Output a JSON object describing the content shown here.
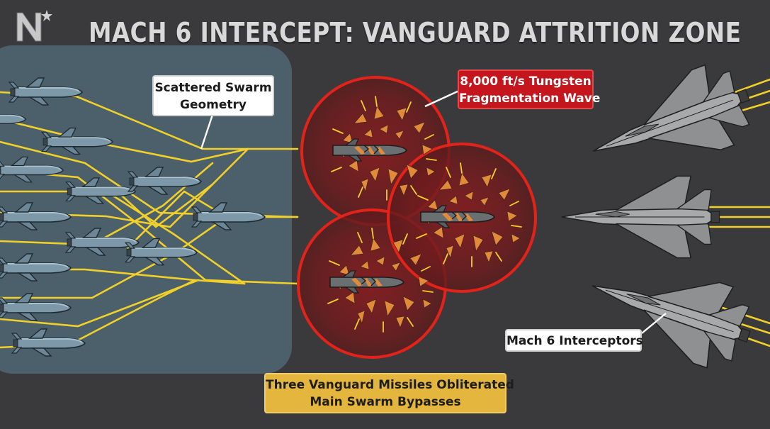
{
  "header": {
    "title": "MACH 6 INTERCEPT: VANGUARD ATTRITION ZONE",
    "logo_icon": "n-star-logo-icon"
  },
  "callouts": {
    "swarm": [
      "Scattered Swarm",
      "Geometry"
    ],
    "fragmentation": [
      "8,000 ft/s Tungsten",
      "Fragmentation Wave"
    ],
    "interceptors": [
      "Mach 6 Interceptors"
    ],
    "outcome": [
      "Three Vanguard Missiles Obliterated",
      "Main Swarm Bypasses"
    ]
  },
  "colors": {
    "background": "#3a3a3c",
    "swarm_zone": "#4e6470",
    "missile": "#7d98a8",
    "flight_path": "#f2d02a",
    "blast": "#c4161c",
    "fragment": "#e08a3a",
    "interceptor": "#a7a9ab"
  },
  "icons": {
    "missile": "cruise-missile-icon",
    "destroyed_missile": "destroyed-missile-icon",
    "interceptor": "interceptor-jet-icon",
    "blast": "fragmentation-blast-icon"
  }
}
